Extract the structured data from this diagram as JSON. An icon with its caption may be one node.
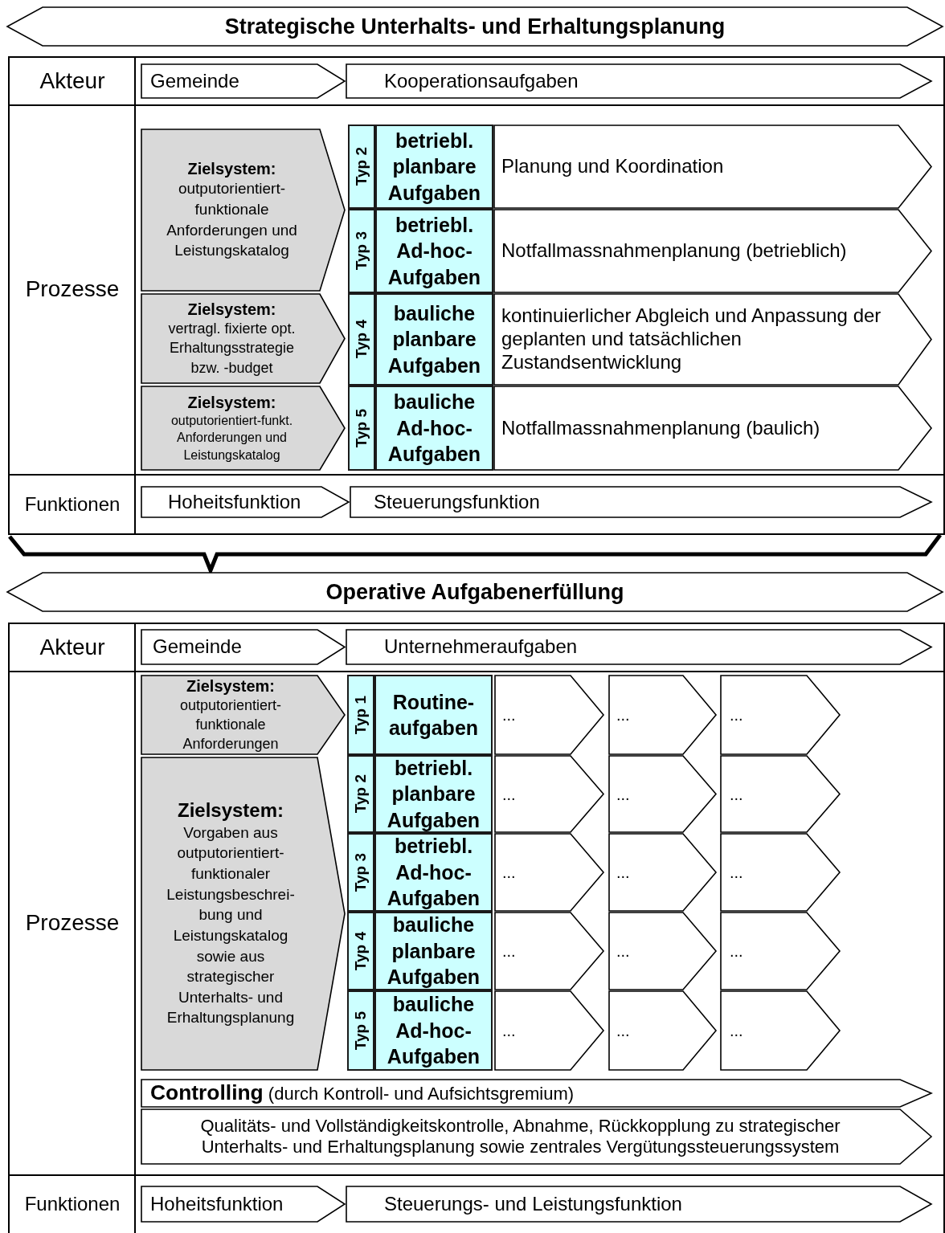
{
  "diagram": {
    "nodes": [
      {
        "text": [
          "Strategische Unterhalts- und Erhaltungsplanung"
        ]
      },
      {
        "text": [
          "Akteur"
        ]
      },
      {
        "text": [
          "Gemeinde"
        ]
      },
      {
        "text": [
          "Kooperationsaufgaben"
        ]
      },
      {
        "text": [
          "Prozesse"
        ]
      },
      {
        "text": [
          "Zielsystem:",
          "outputorientiert-funktionale Anforderungen und Leistungskatalog"
        ]
      },
      {
        "text": [
          "Zielsystem:",
          "vertragl. fixierte opt. Erhaltungsstrategie bzw. -budget"
        ]
      },
      {
        "text": [
          "Zielsystem:",
          "outputorientiert-funkt. Anforderungen und Leistungskatalog"
        ]
      },
      {
        "text": [
          "Typ 2"
        ]
      },
      {
        "text": [
          "betriebl. planbare Aufgaben"
        ]
      },
      {
        "text": [
          "Planung und Koordination"
        ]
      },
      {
        "text": [
          "Typ 3"
        ]
      },
      {
        "text": [
          "betriebl. Ad-hoc-Aufgaben"
        ]
      },
      {
        "text": [
          "Notfallmassnahmenplanung (betrieblich)"
        ]
      },
      {
        "text": [
          "Typ 4"
        ]
      },
      {
        "text": [
          "bauliche planbare Aufgaben"
        ]
      },
      {
        "text": [
          "kontinuierlicher Abgleich und Anpassung der geplanten und tatsächlichen Zustandsentwicklung"
        ]
      },
      {
        "text": [
          "Typ 5"
        ]
      },
      {
        "text": [
          "bauliche Ad-hoc-Aufgaben"
        ]
      },
      {
        "text": [
          "Notfallmassnahmenplanung (baulich)"
        ]
      },
      {
        "text": [
          "Funktionen"
        ]
      },
      {
        "text": [
          "Hoheitsfunktion"
        ]
      },
      {
        "text": [
          "Steuerungsfunktion"
        ]
      },
      {
        "text": [
          "Operative Aufgabenerfüllung"
        ]
      },
      {
        "text": [
          "Akteur"
        ]
      },
      {
        "text": [
          "Gemeinde"
        ]
      },
      {
        "text": [
          "Unternehmeraufgaben"
        ]
      },
      {
        "text": [
          "Prozesse"
        ]
      },
      {
        "text": [
          "Zielsystem:",
          "outputorientiert-funktionale Anforderungen"
        ]
      },
      {
        "text": [
          "Zielsystem:",
          "Vorgaben aus outputorientiert-funktionaler Leistungsbeschrei-bung und Leistungskatalog sowie aus strategischer Unterhalts- und Erhaltungsplanung"
        ]
      },
      {
        "text": [
          "Typ 1"
        ]
      },
      {
        "text": [
          "Routine-aufgaben"
        ]
      },
      {
        "text": [
          "..."
        ]
      },
      {
        "text": [
          "..."
        ]
      },
      {
        "text": [
          "..."
        ]
      },
      {
        "text": [
          "Typ 2"
        ]
      },
      {
        "text": [
          "betriebl. planbare Aufgaben"
        ]
      },
      {
        "text": [
          "..."
        ]
      },
      {
        "text": [
          "..."
        ]
      },
      {
        "text": [
          "..."
        ]
      },
      {
        "text": [
          "Typ 3"
        ]
      },
      {
        "text": [
          "betriebl. Ad-hoc-Aufgaben"
        ]
      },
      {
        "text": [
          "..."
        ]
      },
      {
        "text": [
          "..."
        ]
      },
      {
        "text": [
          "..."
        ]
      },
      {
        "text": [
          "Typ 4"
        ]
      },
      {
        "text": [
          "bauliche planbare Aufgaben"
        ]
      },
      {
        "text": [
          "..."
        ]
      },
      {
        "text": [
          "..."
        ]
      },
      {
        "text": [
          "..."
        ]
      },
      {
        "text": [
          "Typ 5"
        ]
      },
      {
        "text": [
          "bauliche Ad-hoc-Aufgaben"
        ]
      },
      {
        "text": [
          "..."
        ]
      },
      {
        "text": [
          "..."
        ]
      },
      {
        "text": [
          "..."
        ]
      },
      {
        "text": [
          "**Controlling** (durch Kontroll- und Aufsichtsgremium)"
        ]
      },
      {
        "text": [
          "Qualitäts- und Vollständigkeitskontrolle, Abnahme, Rückkopplung zu strategischer Unterhalts- und Erhaltungsplanung sowie zentrales Vergütungssteuerungssystem"
        ]
      },
      {
        "text": [
          "Funktionen"
        ]
      },
      {
        "text": [
          "Hoheitsfunktion"
        ]
      },
      {
        "text": [
          "Steuerungs- und Leistungsfunktion"
        ]
      }
    ]
  }
}
